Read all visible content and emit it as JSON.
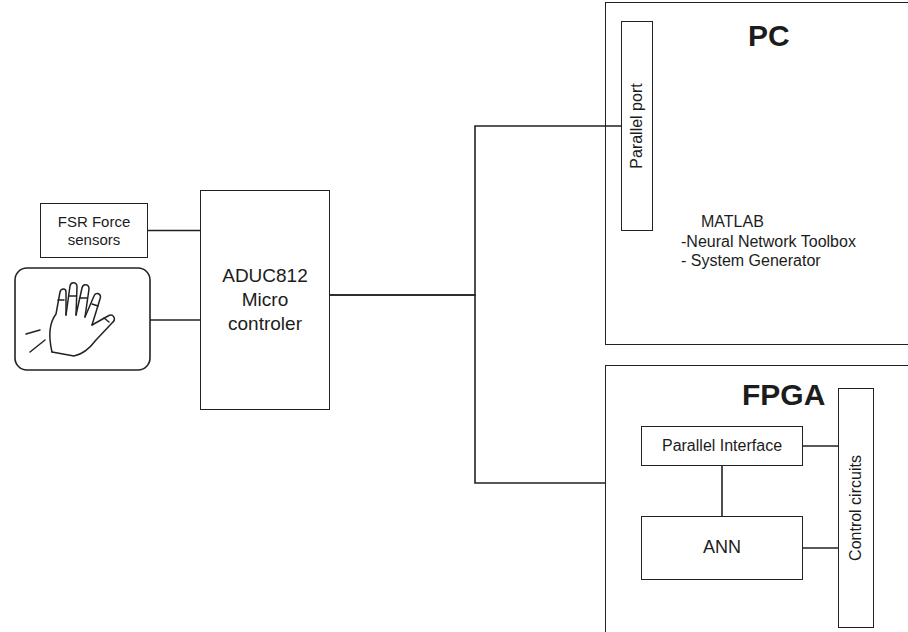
{
  "diagram": {
    "nodes": [
      {
        "text": [
          "FSR Force sensors"
        ]
      },
      {
        "text": [
          "ADUC812 Micro controler"
        ]
      },
      {
        "text": [
          "PC",
          "MATLAB",
          "-Neural Network Toolbox",
          "- System Generator"
        ]
      },
      {
        "text": [
          "Parallel port"
        ],
        "in": 2
      },
      {
        "text": [
          "FPGA"
        ]
      },
      {
        "text": [
          "Parallel Interface"
        ],
        "in": 4
      },
      {
        "text": [
          "ANN"
        ],
        "in": 4
      },
      {
        "text": [
          "Control circuits"
        ],
        "in": 4
      }
    ],
    "edges": [
      {
        "from": 0,
        "to": 1,
        "arrow": "none"
      },
      {
        "from": 1,
        "to": 3,
        "arrow": "none"
      },
      {
        "from": 1,
        "to": 4,
        "arrow": "none"
      },
      {
        "from": 5,
        "to": 7,
        "arrow": "none"
      },
      {
        "from": 6,
        "to": 7,
        "arrow": "none"
      },
      {
        "from": 5,
        "to": 6,
        "arrow": "none"
      }
    ]
  }
}
